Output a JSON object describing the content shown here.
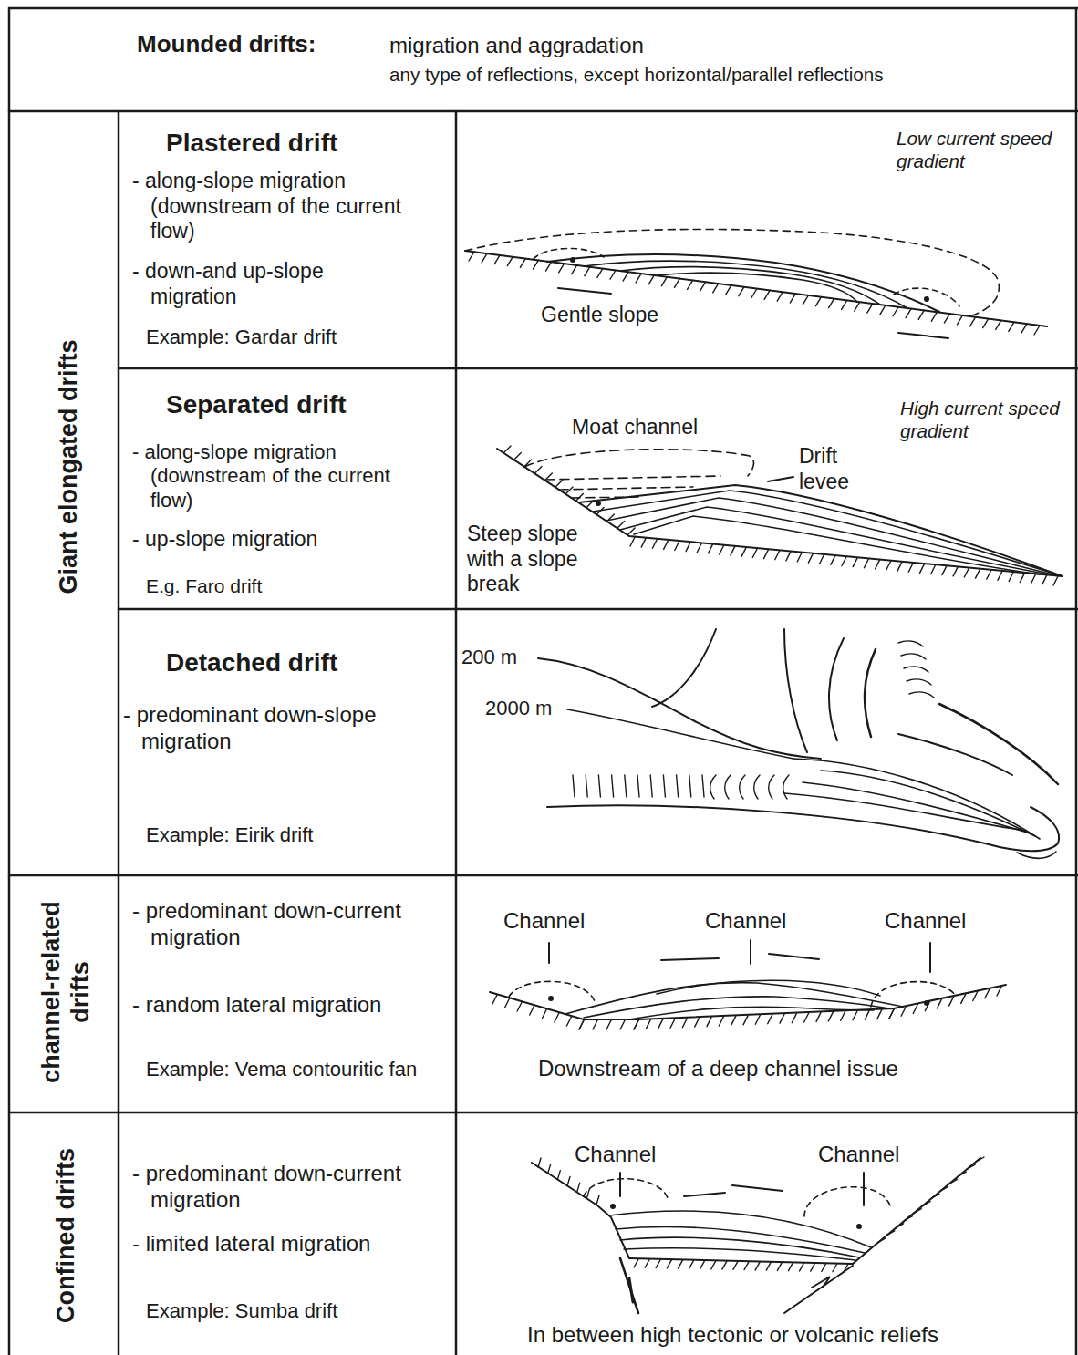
{
  "diagram": {
    "labels": [
      "Mounded drifts:",
      "migration and aggradation",
      "any type of reflections, except horizontal/parallel reflections",
      "Giant elongated drifts",
      "Plastered drift",
      "- along-slope migration (downstream of the current flow)",
      "- down-and up-slope migration",
      "Example: Gardar drift",
      "Low current speed gradient",
      "Gentle slope",
      "Separated drift",
      "- along-slope migration (downstream of the current flow)",
      "- up-slope migration",
      "E.g. Faro drift",
      "Moat channel",
      "Drift levee",
      "High current speed gradient",
      "Steep slope with a slope break",
      "Detached drift",
      "- predominant down-slope migration",
      "Example: Eirik drift",
      "200 m",
      "2000 m",
      "channel-related drifts",
      "- predominant down-current migration",
      "- random lateral migration",
      "Example: Vema contouritic fan",
      "Channel",
      "Channel",
      "Channel",
      "Downstream of a deep channel issue",
      "Confined drifts",
      "- predominant down-current migration",
      "- limited lateral migration",
      "Example: Sumba drift",
      "Channel",
      "Channel",
      "In between high tectonic or volcanic reliefs"
    ]
  }
}
